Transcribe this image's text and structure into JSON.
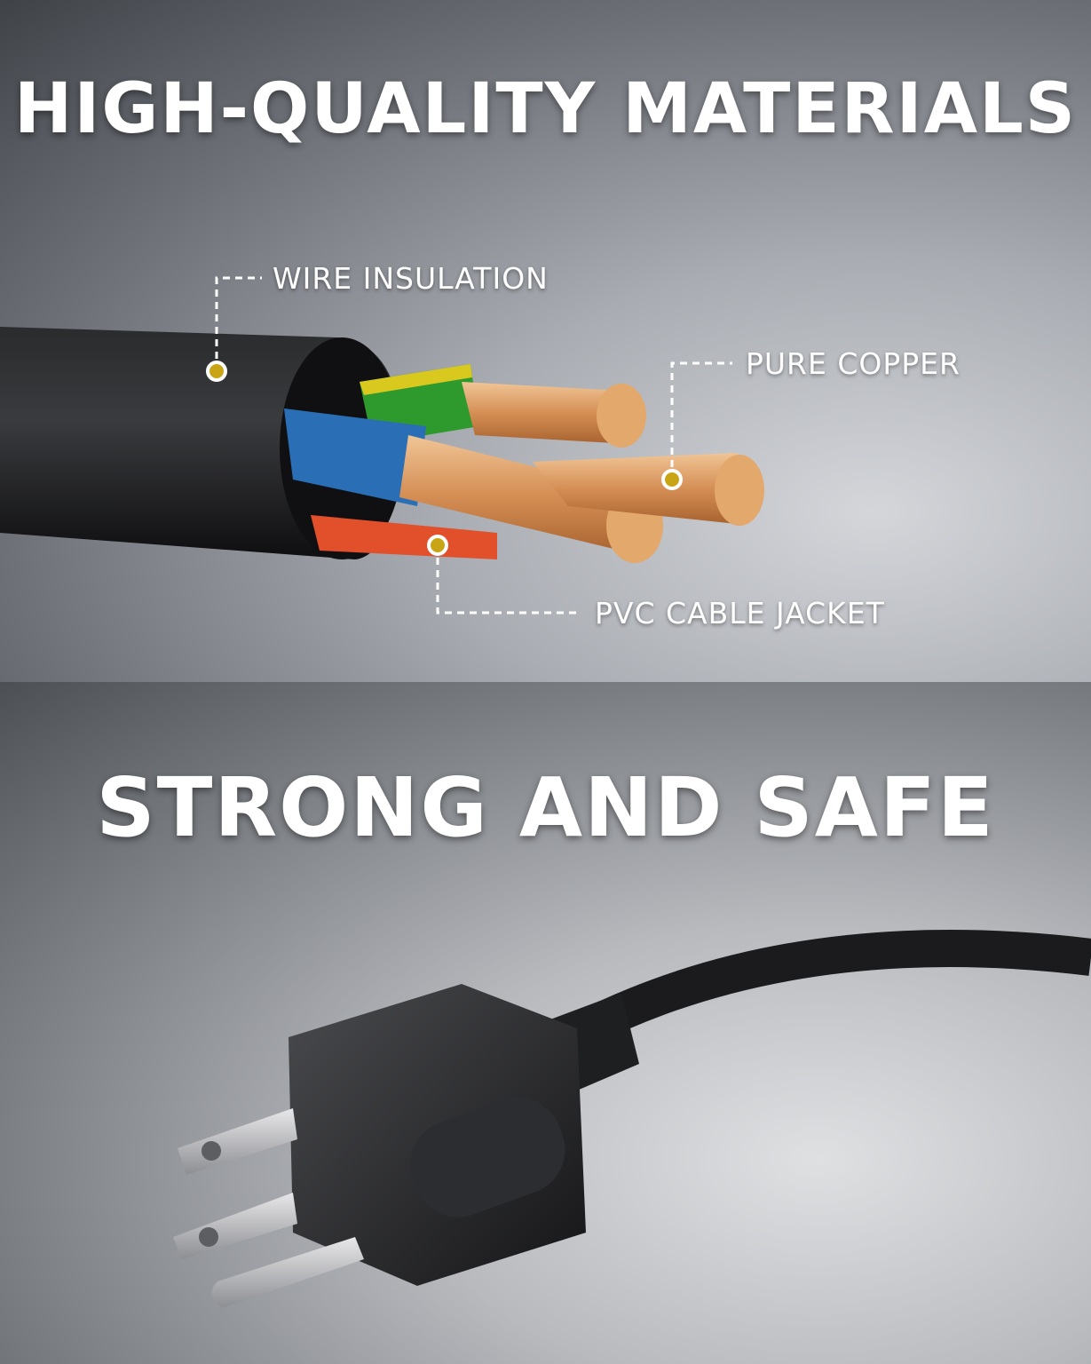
{
  "top": {
    "heading": "HIGH-QUALITY MATERIALS",
    "callouts": {
      "wire_insulation": "WIRE INSULATION",
      "pure_copper": "PURE COPPER",
      "pvc_cable_jacket": "PVC CABLE JACKET"
    }
  },
  "bottom": {
    "heading": "STRONG AND SAFE"
  },
  "colors": {
    "callout_dot": "#c9a516",
    "copper": "#d99a5e"
  }
}
